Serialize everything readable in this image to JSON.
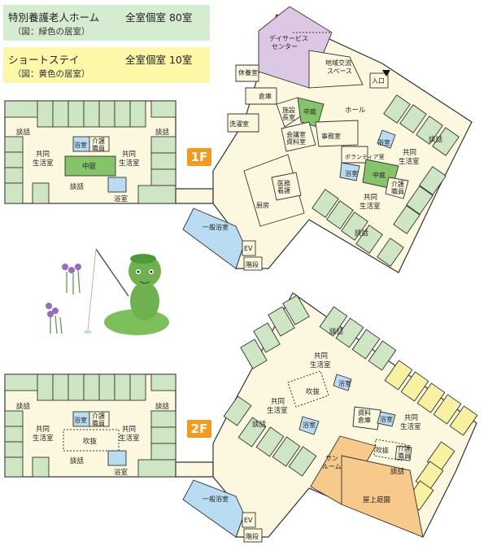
{
  "legend": {
    "tokuyo": {
      "title": "特別養護老人ホーム",
      "rooms": "全室個室 80室",
      "note": "（図：緑色の居室）",
      "bg": "#d6ecd0"
    },
    "short": {
      "title": "ショートステイ",
      "rooms": "全室個室 10室",
      "note": "（図：黄色の居室）",
      "bg": "#fdf7a8"
    }
  },
  "floors": {
    "f1": {
      "badge": "1F",
      "left": {
        "dankai_l": "談話",
        "dankai_r": "談話",
        "living_l": "共同\n生活室",
        "living_r": "共同\n生活室",
        "bath": "浴室",
        "care": "介護\n職員",
        "court": "中庭",
        "dankai_b": "談話",
        "bath_b": "浴室"
      },
      "main": {
        "day": "デイサービス\nセンター",
        "chiiki": "地域交流\nスペース",
        "entrance": "入口",
        "kyuyo": "休養室",
        "soko": "倉庫",
        "sentaku": "洗濯室",
        "shisetsu": "施設\n長室",
        "court": "中庭",
        "hall": "ホール",
        "jimu": "事務室",
        "kaigi": "会議室\n資料室",
        "chubo": "厨房",
        "iryo": "医務\n看護",
        "volunteer": "ボランティア室",
        "bath_r": "浴室",
        "court_r": "中庭",
        "bath_r2": "浴室",
        "dankai_r1": "談話",
        "living_r1": "共同\n生活室",
        "care_r": "介護\n職員",
        "living_r2": "共同\n生活室",
        "dankai_r2": "談話",
        "ippan": "一般浴室",
        "ev": "EV",
        "kaidan": "階段"
      }
    },
    "f2": {
      "badge": "2F",
      "left": {
        "dankai_l": "談話",
        "dankai_r": "談話",
        "living_l": "共同\n生活室",
        "living_r": "共同\n生活室",
        "bath": "浴室",
        "care": "介護\n職員",
        "fukinuke": "吹抜",
        "dankai_b": "談話",
        "bath_b": "浴室"
      },
      "main": {
        "dankai_t": "談話",
        "living_t": "共同\n生活室",
        "bath_t": "浴室",
        "fukinuke": "吹抜",
        "living_m": "共同\n生活室",
        "bath_m": "浴室",
        "dankai_m": "談話",
        "shiryo": "資料\n倉庫",
        "bath_r": "浴室",
        "living_r": "共同\n生活室",
        "sunroom": "サン\nルーム",
        "fukinuke_r": "吹抜",
        "care_r": "介護\n職員",
        "dankai_r": "談話",
        "okujo": "屋上庭園",
        "ippan": "一般浴室",
        "ev": "EV",
        "kaidan": "階段"
      }
    }
  },
  "colors": {
    "green_room": "#cfe6c5",
    "yellow_room": "#f7f1a1",
    "day_center": "#dcc8e4",
    "sunroom": "#f7c98a",
    "bath": "#b9dcf3",
    "court": "#86c46a",
    "floor_badge": "#f39a1e"
  }
}
